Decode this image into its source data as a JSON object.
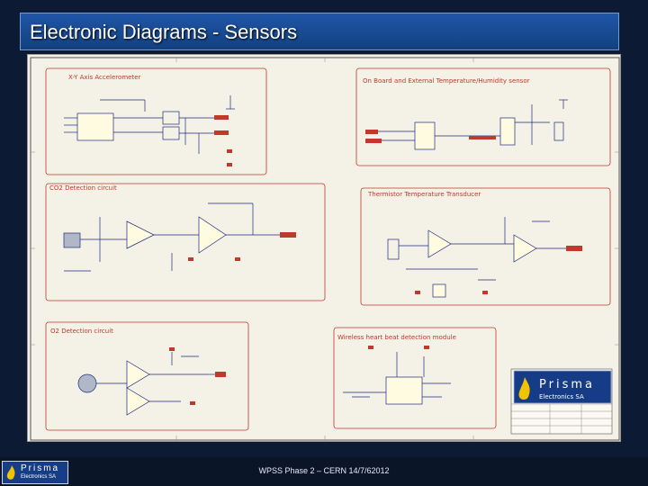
{
  "header": {
    "title": "Electronic Diagrams - Sensors"
  },
  "footer": {
    "text": "WPSS Phase 2 – CERN 14/7/62012"
  },
  "brand": {
    "name": "Prisma",
    "sub": "Electronics SA"
  },
  "sections": {
    "xy": "X-Y Axis Accelerometer",
    "temp_hum": "On Board and External Temperature/Humidity sensor",
    "co2": "CO2 Detection circuit",
    "thermistor": "Thermistor Temperature Transducer",
    "o2": "O2 Detection circuit",
    "wireless": "Wireless heart beat detection module"
  },
  "colors": {
    "accent": "#1f56a8",
    "sheet": "#f4f1e6",
    "wire": "#1e2a80",
    "frame": "#c0392b"
  }
}
